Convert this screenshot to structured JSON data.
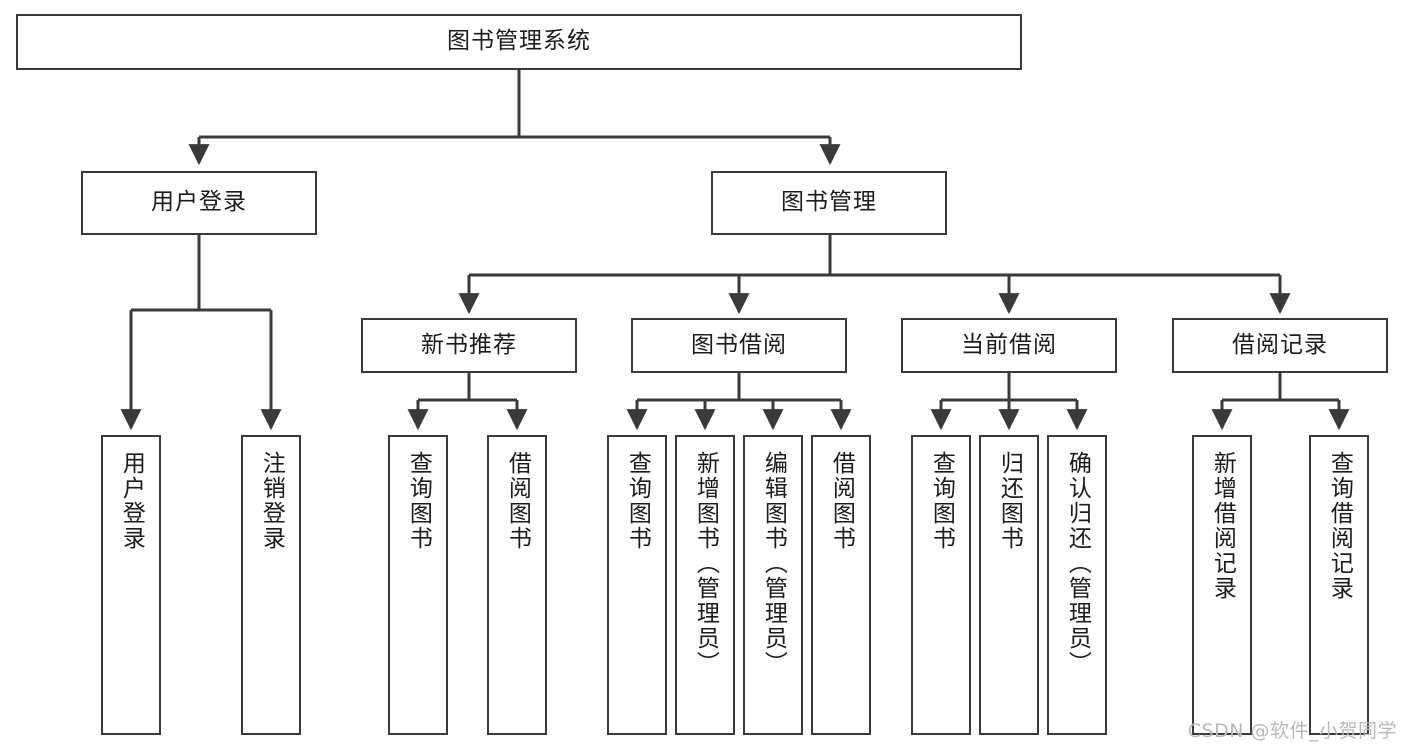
{
  "diagram": {
    "title": "图书管理系统",
    "watermark": "CSDN @软件_小贺同学",
    "type": "tree-hierarchy",
    "colors": {
      "box_border": "#3a3a3a",
      "box_fill": "#ffffff",
      "connector": "#3a3a3a",
      "text": "#1c1c1c",
      "watermark": "#b9b9b9"
    },
    "root": {
      "label": "图书管理系统"
    },
    "level2": [
      {
        "label": "用户登录"
      },
      {
        "label": "图书管理"
      }
    ],
    "level3": [
      {
        "label": "新书推荐"
      },
      {
        "label": "图书借阅"
      },
      {
        "label": "当前借阅"
      },
      {
        "label": "借阅记录"
      }
    ],
    "leaves": {
      "user_login": [
        {
          "label": "用户登录"
        },
        {
          "label": "注销登录"
        }
      ],
      "new_book_recommend": [
        {
          "label": "查询图书"
        },
        {
          "label": "借阅图书"
        }
      ],
      "book_borrow": [
        {
          "label": "查询图书"
        },
        {
          "label": "新增图书（管理员）"
        },
        {
          "label": "编辑图书（管理员）"
        },
        {
          "label": "借阅图书"
        }
      ],
      "current_borrow": [
        {
          "label": "查询图书"
        },
        {
          "label": "归还图书"
        },
        {
          "label": "确认归还（管理员）"
        }
      ],
      "borrow_record": [
        {
          "label": "新增借阅记录"
        },
        {
          "label": "查询借阅记录"
        }
      ]
    }
  }
}
